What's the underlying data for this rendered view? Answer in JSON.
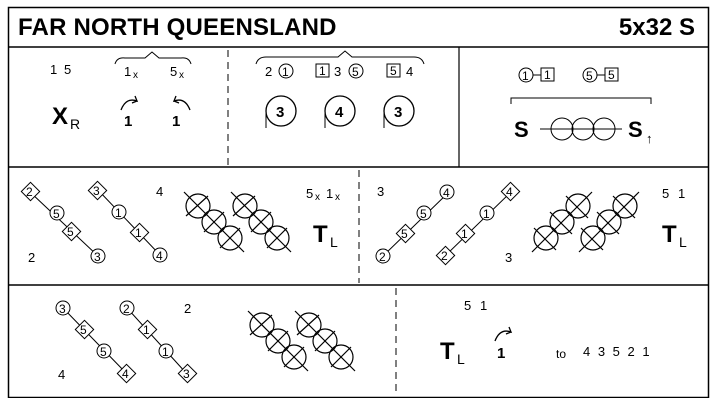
{
  "title": "FAR NORTH QUEENSLAND",
  "dance_code": "5x32 S",
  "row1": {
    "p1": {
      "n1": "1",
      "n5": "5",
      "n1x": "1",
      "x1": "x",
      "n5x": "5",
      "x2": "x",
      "xr_x": "X",
      "xr_r": "R",
      "turn_left": "1",
      "turn_right": "1"
    },
    "p2": {
      "a": "2",
      "a_c": "1",
      "b_sq": "1",
      "b": "3",
      "b_c": "5",
      "c_sq": "5",
      "c": "4",
      "c1": "3",
      "c2": "4",
      "c3": "3"
    },
    "p3": {
      "c1": "1",
      "s1": "1",
      "c5": "5",
      "s5": "5",
      "s_left": "S",
      "s_right": "S",
      "arrow": "↑"
    }
  },
  "row2": {
    "left": {
      "dia2": "2",
      "cir5": "5",
      "dia5": "5",
      "cir3": "3",
      "dia3": "3",
      "cir1": "1",
      "dia1": "1",
      "cir4": "4",
      "lab4": "4",
      "lab2": "2",
      "n5": "5",
      "x1": "x",
      "n1": "1",
      "x2": "x",
      "t": "T",
      "l": "L"
    },
    "right": {
      "lab3": "3",
      "cir4": "4",
      "dia4": "4",
      "cir5": "5",
      "dia5": "5",
      "cir1": "1",
      "dia1": "1",
      "cir2": "2",
      "dia2": "2",
      "lab3b": "3",
      "n5": "5",
      "n1": "1",
      "t": "T",
      "l": "L"
    }
  },
  "row3": {
    "left": {
      "cir3": "3",
      "dia5": "5",
      "cir5": "5",
      "dia4": "4",
      "cir2": "2",
      "dia1": "1",
      "cir1": "1",
      "dia3": "3",
      "lab2": "2",
      "lab4": "4"
    },
    "right": {
      "n5": "5",
      "n1": "1",
      "t": "T",
      "l": "L",
      "turn": "1",
      "to": "to",
      "seq": "4 3 5 2 1"
    }
  }
}
